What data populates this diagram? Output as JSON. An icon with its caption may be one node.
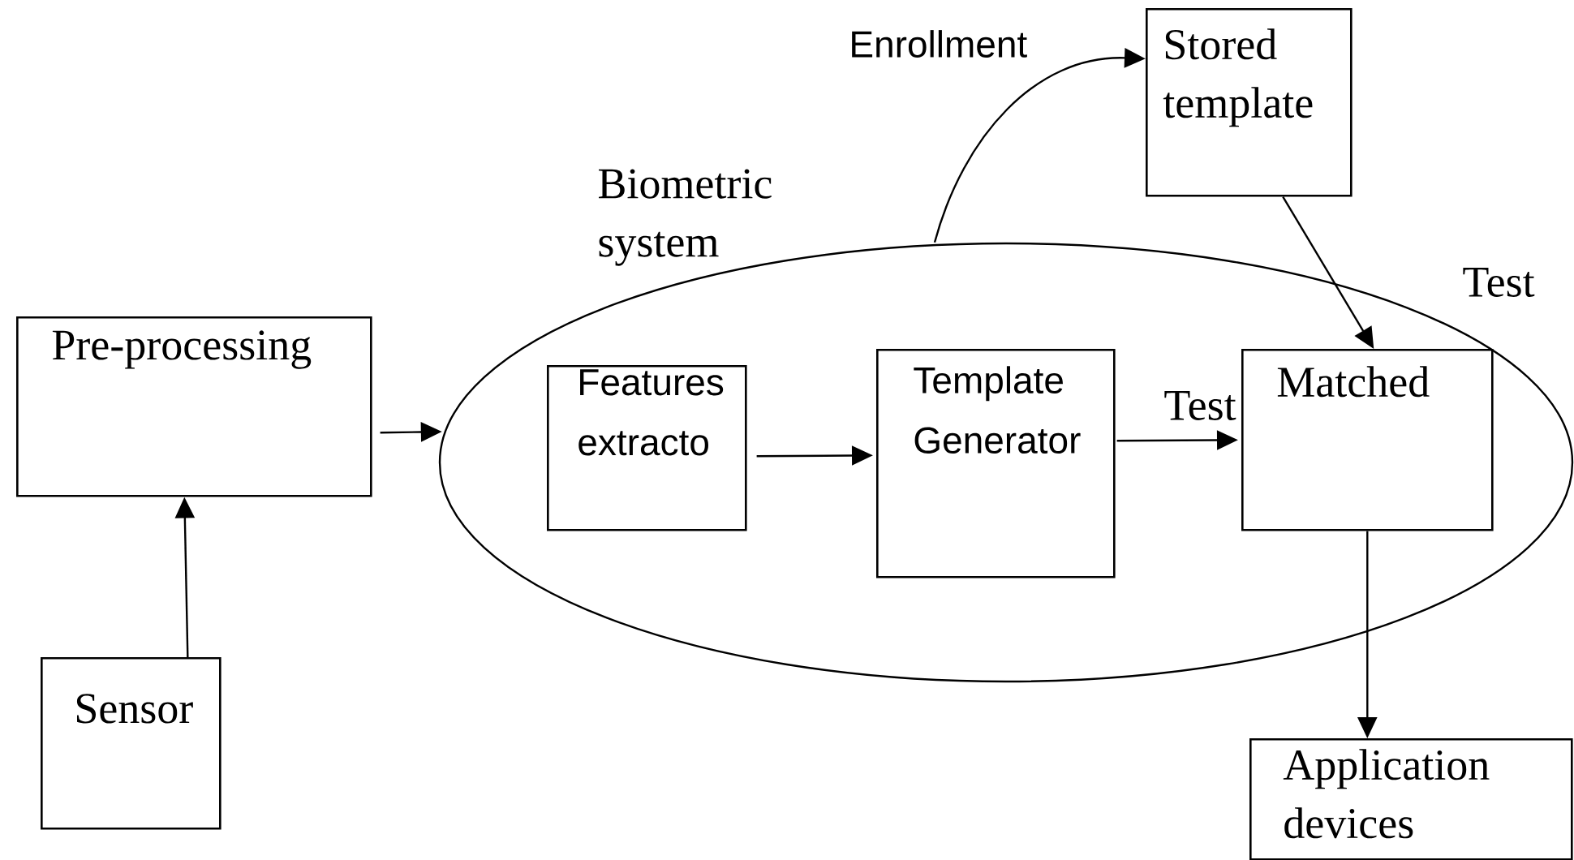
{
  "diagram": {
    "nodes": [
      {
        "text": [
          "Pre-processing"
        ]
      },
      {
        "text": [
          "Sensor"
        ]
      },
      {
        "text": [
          "Biometric system"
        ]
      },
      {
        "text": [
          "Features extracto"
        ],
        "in": 2
      },
      {
        "text": [
          "Template Generator"
        ],
        "in": 2
      },
      {
        "text": [
          "Matched"
        ],
        "in": 2
      },
      {
        "text": [
          "Stored template"
        ]
      },
      {
        "text": [
          "Application devices"
        ]
      }
    ],
    "edges": [
      {
        "from": 1,
        "to": 0,
        "arrow": "to"
      },
      {
        "from": 0,
        "to": 2,
        "arrow": "to"
      },
      {
        "from": 3,
        "to": 4,
        "arrow": "to"
      },
      {
        "from": 4,
        "to": 5,
        "arrow": "to",
        "label": "Test"
      },
      {
        "from": 6,
        "to": 5,
        "arrow": "to",
        "label": "Test"
      },
      {
        "from": 5,
        "to": 7,
        "arrow": "to"
      },
      {
        "from": 2,
        "to": 6,
        "arrow": "to",
        "label": "Enrollment"
      }
    ]
  }
}
